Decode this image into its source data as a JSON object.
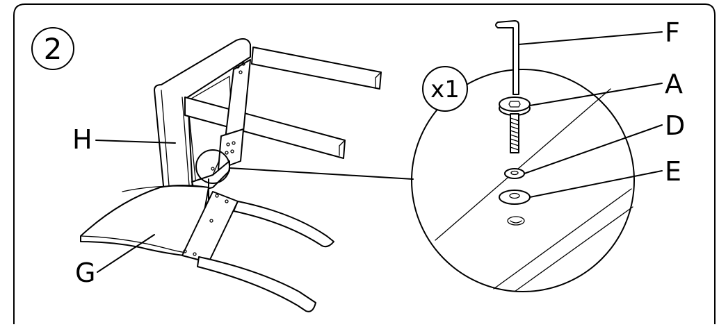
{
  "step": {
    "number": "2"
  },
  "quantity": {
    "text": "x1"
  },
  "callouts": {
    "F": "F",
    "A": "A",
    "D": "D",
    "E": "E",
    "H": "H",
    "G": "G"
  },
  "parts": {
    "F": "allen-key",
    "A": "bolt",
    "D": "spring-washer",
    "E": "flat-washer",
    "H": "seat-frame",
    "G": "curved-base-leg"
  }
}
